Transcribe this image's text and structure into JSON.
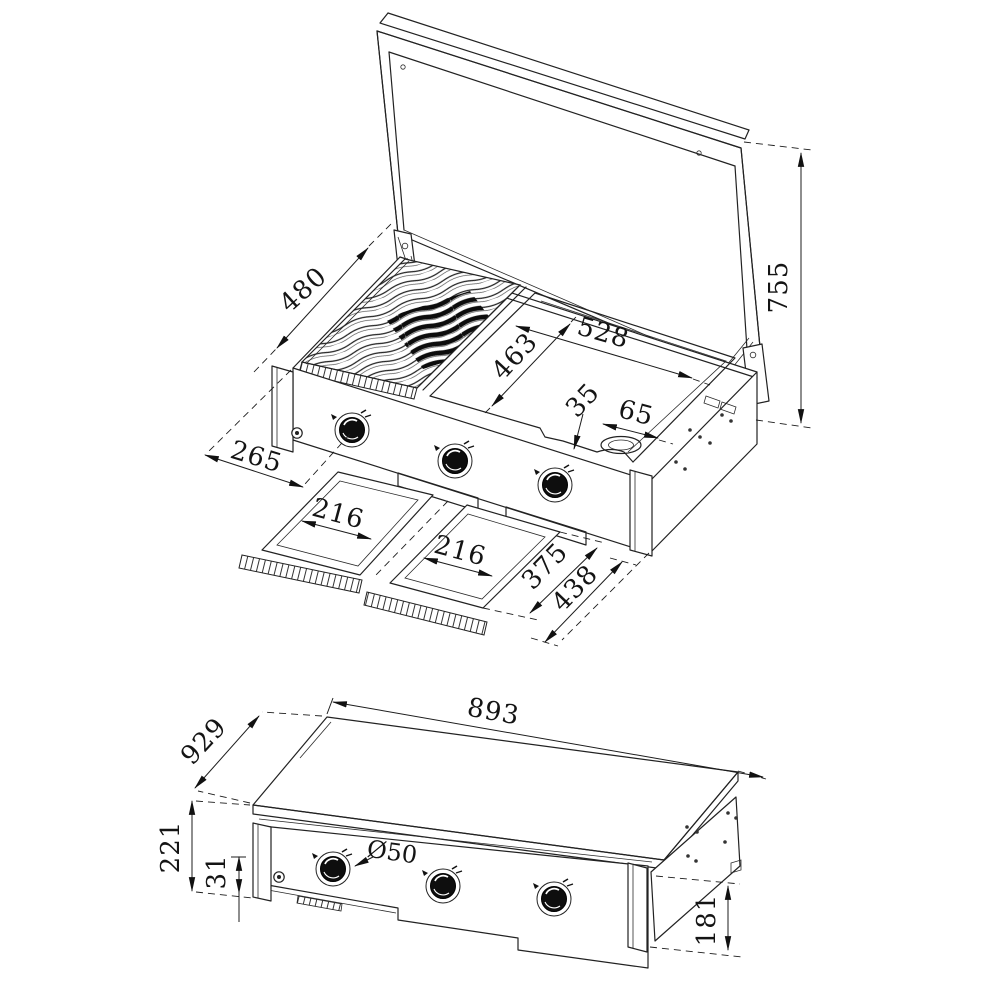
{
  "open": {
    "d480": "480",
    "d755": "755",
    "d528": "528",
    "d463": "463",
    "d35": "35",
    "d65": "65",
    "d265": "265",
    "d216a": "216",
    "d216b": "216",
    "d375": "375",
    "d438": "438"
  },
  "closed": {
    "d893": "893",
    "d929": "929",
    "d221": "221",
    "d31": "31",
    "d050": "Ø50",
    "d181": "181"
  },
  "colors": {
    "ink": "#1e1e1e",
    "paper": "#ffffff"
  }
}
